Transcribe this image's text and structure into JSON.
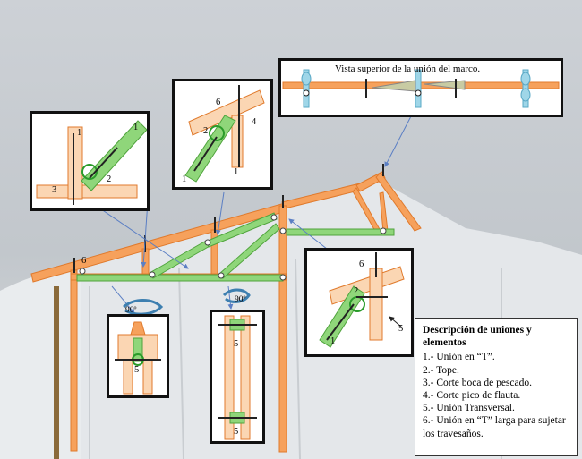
{
  "top_view_title": "Vista superior de la unión del marco.",
  "legend": {
    "title": "Descripción de uniones y elementos",
    "items": [
      "1.- Unión en “T”.",
      "2.- Tope.",
      "3.- Corte boca de pescado.",
      "4.- Corte pico de flauta.",
      "5.- Unión Transversal.",
      "6.- Unión en “T” larga para sujetar los travesaños."
    ]
  },
  "rotation_labels": [
    "90º",
    "90º"
  ],
  "detail_numbers": {
    "box_a": [
      "1",
      "1",
      "2",
      "3"
    ],
    "box_b": [
      "6",
      "2",
      "4",
      "1",
      "1"
    ],
    "box_c": [
      "6",
      "2",
      "1",
      "5"
    ],
    "box_d": [
      "5"
    ],
    "box_e": [
      "5",
      "5"
    ],
    "main": [
      "6"
    ]
  },
  "colors": {
    "orange": "#f6a15c",
    "orange_edge": "#e07a2c",
    "green": "#8fd67a",
    "green_edge": "#4fa33c",
    "sky": "#c3c8cd",
    "arrow": "#5b7fc4"
  }
}
